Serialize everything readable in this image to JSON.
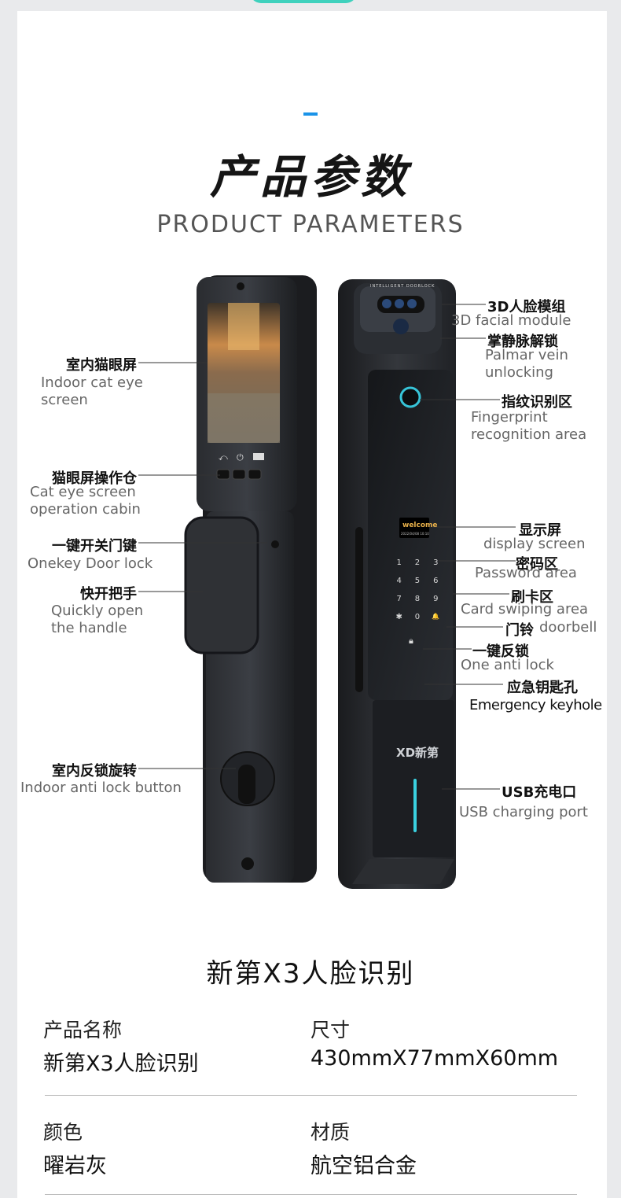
{
  "header": {
    "title_cn": "产品参数",
    "title_en": "PRODUCT PARAMETERS"
  },
  "device": {
    "screen_header": "INTELLIGENT DOORLOCK",
    "welcome_text": "welcome",
    "welcome_date": "2022/04/08  10:10",
    "keypad": [
      "1",
      "2",
      "3",
      "4",
      "5",
      "6",
      "7",
      "8",
      "9",
      "✱",
      "0",
      "🔔"
    ],
    "brand_logo": "XD新第"
  },
  "left_labels": [
    {
      "cn": "室内猫眼屏",
      "en": "Indoor cat eye\nscreen"
    },
    {
      "cn": "猫眼屏操作仓",
      "en": "Cat eye screen\noperation cabin"
    },
    {
      "cn": "一键开关门键",
      "en": "Onekey Door lock"
    },
    {
      "cn": "快开把手",
      "en": "Quickly open\nthe handle"
    },
    {
      "cn": "室内反锁旋转",
      "en": "Indoor anti lock button"
    }
  ],
  "right_labels": [
    {
      "cn": "3D人脸模组",
      "en": "3D facial module"
    },
    {
      "cn": "掌静脉解锁",
      "en": "Palmar vein\nunlocking"
    },
    {
      "cn": "指纹识别区",
      "en": "Fingerprint\nrecognition area"
    },
    {
      "cn": "显示屏",
      "en": "display screen"
    },
    {
      "cn": "密码区",
      "en": "Password area"
    },
    {
      "cn": "刷卡区",
      "en": "Card swiping area"
    },
    {
      "cn": "门铃",
      "en": "doorbell"
    },
    {
      "cn": "一键反锁",
      "en": "One anti lock"
    },
    {
      "cn": "应急钥匙孔",
      "en": "Emergency keyhole"
    },
    {
      "cn": "USB充电口",
      "en": "USB charging port"
    }
  ],
  "product_title": "新第X3人脸识别",
  "specs": [
    {
      "key": "产品名称",
      "value": "新第X3人脸识别"
    },
    {
      "key": "尺寸",
      "value": "430mmX77mmX60mm"
    },
    {
      "key": "颜色",
      "value": "曜岩灰"
    },
    {
      "key": "材质",
      "value": "航空铝合金"
    }
  ]
}
